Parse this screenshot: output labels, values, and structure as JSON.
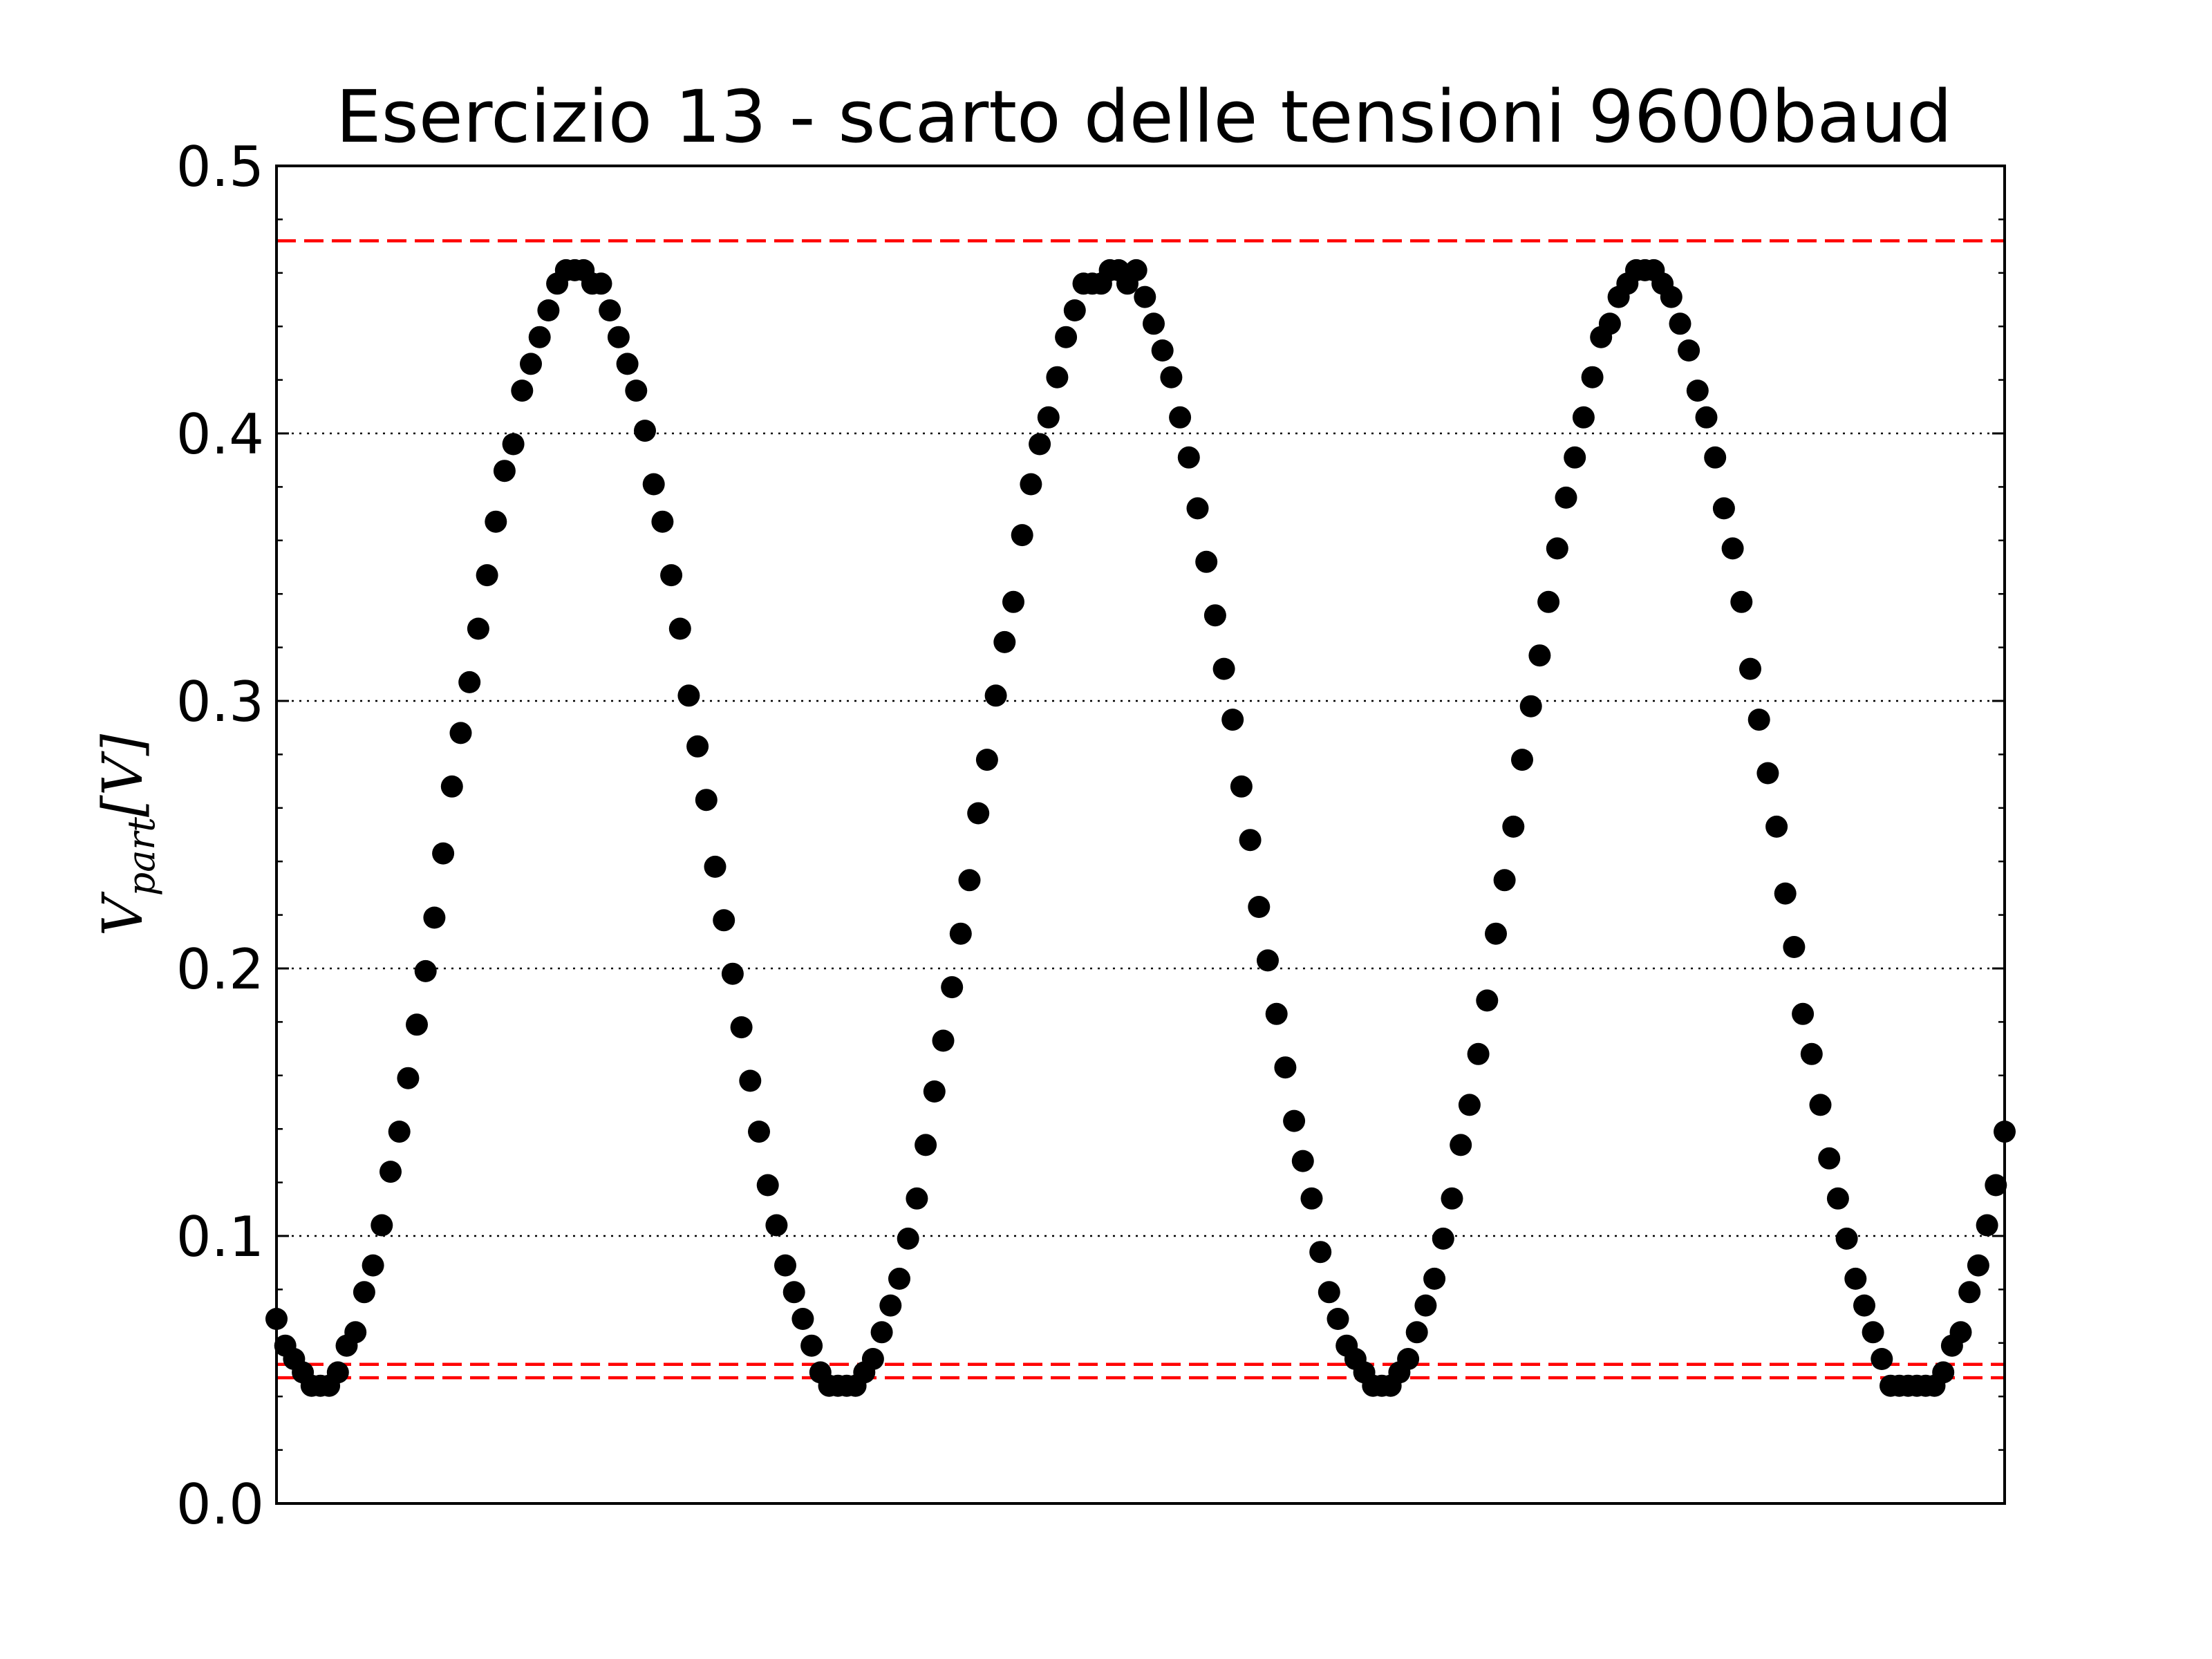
{
  "chart_data": {
    "type": "scatter",
    "title": "Esercizio 13 - scarto delle tensioni 9600baud",
    "xlabel": "",
    "ylabel": {
      "main": "V",
      "sub": "part",
      "unit": "[V]"
    },
    "ylim": [
      0.0,
      0.5
    ],
    "yticks": [
      "0.0",
      "0.1",
      "0.2",
      "0.3",
      "0.4",
      "0.5"
    ],
    "grid": "horizontal dotted",
    "x_ticks_shown": false,
    "marker_color": "#000000",
    "reference_line_color": "#ff0000",
    "reference_lines": [
      0.472,
      0.052,
      0.047
    ],
    "series": [
      {
        "values": [
          0.069,
          0.059,
          0.054,
          0.049,
          0.044,
          0.044,
          0.044,
          0.049,
          0.059,
          0.064,
          0.079,
          0.089,
          0.104,
          0.124,
          0.139,
          0.159,
          0.179,
          0.199,
          0.219,
          0.243,
          0.268,
          0.288,
          0.307,
          0.327,
          0.347,
          0.367,
          0.386,
          0.396,
          0.416,
          0.426,
          0.436,
          0.446,
          0.456,
          0.461,
          0.461,
          0.461,
          0.456,
          0.456,
          0.446,
          0.436,
          0.426,
          0.416,
          0.401,
          0.381,
          0.367,
          0.347,
          0.327,
          0.302,
          0.283,
          0.263,
          0.238,
          0.218,
          0.198,
          0.178,
          0.158,
          0.139,
          0.119,
          0.104,
          0.089,
          0.079,
          0.069,
          0.059,
          0.049,
          0.044,
          0.044,
          0.044,
          0.044,
          0.049,
          0.054,
          0.064,
          0.074,
          0.084,
          0.099,
          0.114,
          0.134,
          0.154,
          0.173,
          0.193,
          0.213,
          0.233,
          0.258,
          0.278,
          0.302,
          0.322,
          0.337,
          0.362,
          0.381,
          0.396,
          0.406,
          0.421,
          0.436,
          0.446,
          0.456,
          0.456,
          0.456,
          0.461,
          0.461,
          0.456,
          0.461,
          0.451,
          0.441,
          0.431,
          0.421,
          0.406,
          0.391,
          0.372,
          0.352,
          0.332,
          0.312,
          0.293,
          0.268,
          0.248,
          0.223,
          0.203,
          0.183,
          0.163,
          0.143,
          0.128,
          0.114,
          0.094,
          0.079,
          0.069,
          0.059,
          0.054,
          0.049,
          0.044,
          0.044,
          0.044,
          0.049,
          0.054,
          0.064,
          0.074,
          0.084,
          0.099,
          0.114,
          0.134,
          0.149,
          0.168,
          0.188,
          0.213,
          0.233,
          0.253,
          0.278,
          0.298,
          0.317,
          0.337,
          0.357,
          0.376,
          0.391,
          0.406,
          0.421,
          0.436,
          0.441,
          0.451,
          0.456,
          0.461,
          0.461,
          0.461,
          0.456,
          0.451,
          0.441,
          0.431,
          0.416,
          0.406,
          0.391,
          0.372,
          0.357,
          0.337,
          0.312,
          0.293,
          0.273,
          0.253,
          0.228,
          0.208,
          0.183,
          0.168,
          0.149,
          0.129,
          0.114,
          0.099,
          0.084,
          0.074,
          0.064,
          0.054,
          0.044,
          0.044,
          0.044,
          0.044,
          0.044,
          0.044,
          0.049,
          0.059,
          0.064,
          0.079,
          0.089,
          0.104,
          0.119,
          0.139
        ]
      }
    ]
  }
}
